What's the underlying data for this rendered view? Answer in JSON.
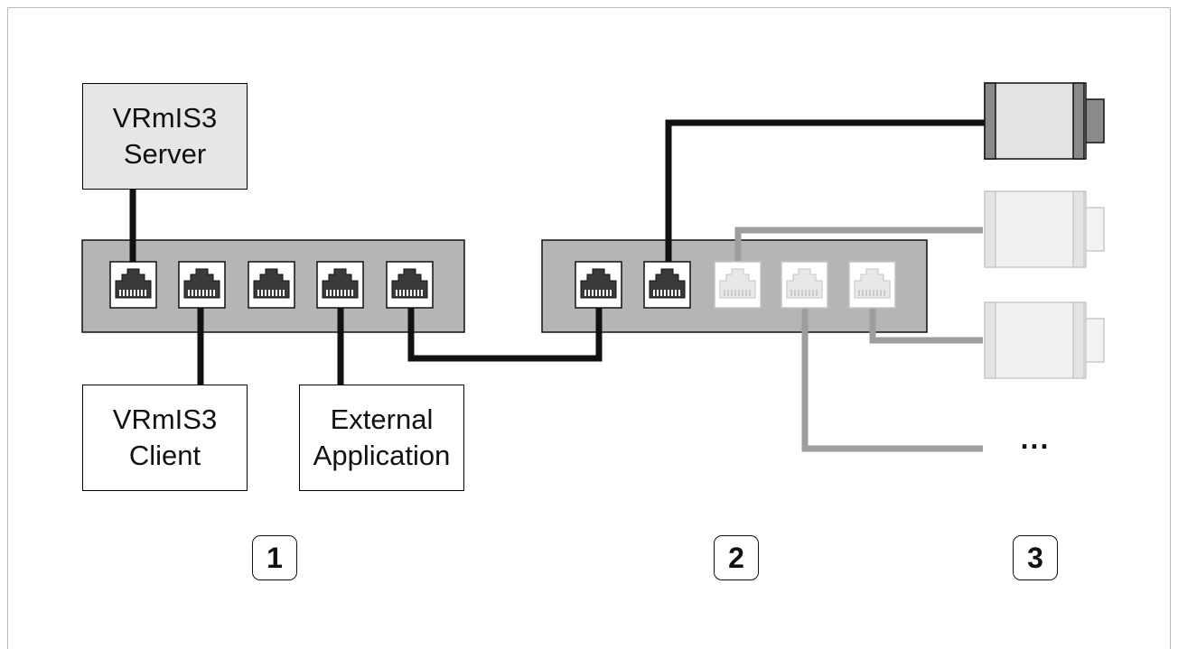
{
  "diagram": {
    "server_label": [
      "VRmIS3",
      "Server"
    ],
    "client_label": [
      "VRmIS3",
      "Client"
    ],
    "external_label": [
      "External",
      "Application"
    ],
    "badges": [
      "1",
      "2",
      "3"
    ],
    "ellipsis": "...",
    "colors": {
      "switch_fill": "#b5b5b5",
      "box_fill": "#e6e6e6",
      "active_cable": "#111111",
      "inactive_cable": "#9d9d9d",
      "camera_active": "#e3e3e3",
      "camera_inactive": "#f1f1f1"
    },
    "icons": [
      "ethernet-switch-icon",
      "rj45-port-icon",
      "camera-icon"
    ]
  }
}
